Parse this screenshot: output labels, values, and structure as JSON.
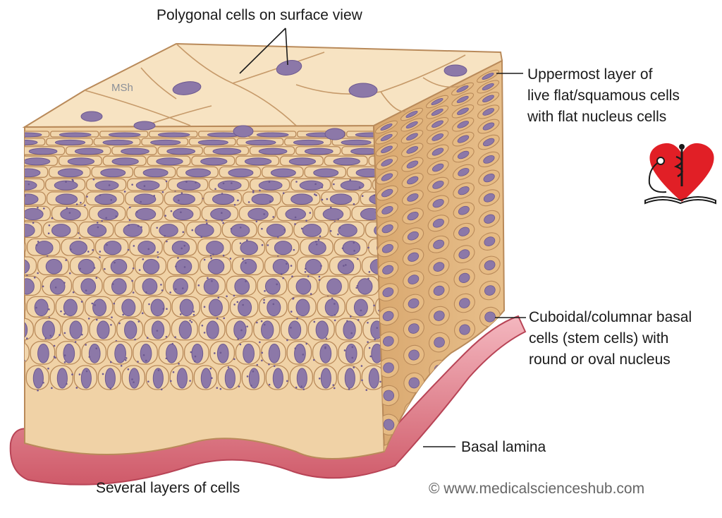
{
  "labels": {
    "surface": "Polygonal cells on surface view",
    "uppermost": [
      "Uppermost layer of",
      "live flat/squamous cells",
      "with flat nucleus cells"
    ],
    "basal_cells": [
      "Cuboidal/columnar basal",
      "cells (stem cells) with",
      "round or oval nucleus"
    ],
    "basal_lamina": "Basal lamina",
    "several_layers": "Several layers of cells"
  },
  "artist_mark": "MSh",
  "watermark": "© www.medicalscienceshub.com",
  "logo": {
    "name": "heart-stethoscope-book-logo"
  },
  "colors": {
    "cell_fill": "#f1d6ad",
    "cell_border": "#b98a5a",
    "side_face": "#d9aa72",
    "nucleus": "#8c78a8",
    "nucleus_dark": "#6d5990",
    "lamina": "#d96a78",
    "lamina_light": "#f2b3bb",
    "logo_heart": "#e11f26"
  }
}
